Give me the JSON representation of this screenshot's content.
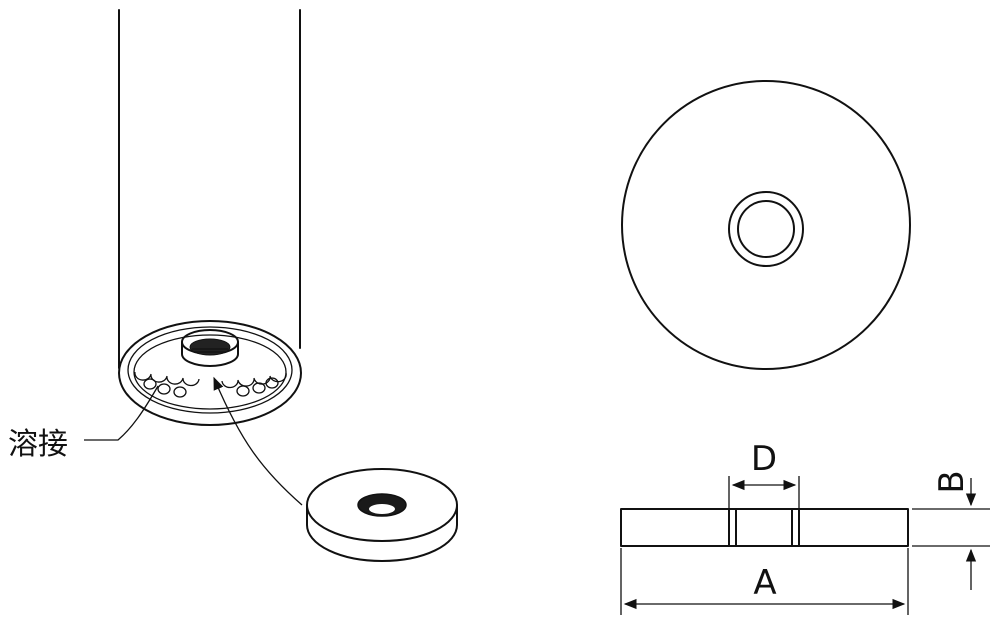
{
  "callouts": {
    "weld": "溶接"
  },
  "dimensions": {
    "outer_diameter": "A",
    "thickness": "B",
    "hole_diameter": "D"
  }
}
